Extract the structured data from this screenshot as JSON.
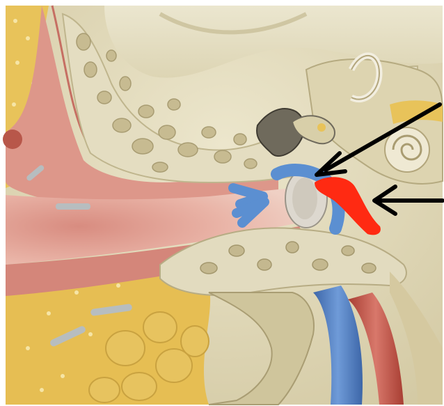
{
  "image": {
    "subject": "ear-anatomy-model-photo",
    "palette": {
      "bone": "#e3dcbf",
      "bone_dark": "#c9bf98",
      "cavity": "#b9a97a",
      "skin_pink": "#d98d7f",
      "canal_flesh": "#e2a79b",
      "fat_yellow": "#e6c15a",
      "muscle_red": "#b44a3e",
      "vein_blue": "#4b79bd",
      "membrane_blue": "#5b8fd1",
      "highlight_red": "#ff2a12",
      "arrow_black": "#000000",
      "shadow_grey": "#6d6a5d"
    }
  },
  "annotations": {
    "arrows": [
      {
        "name": "upper-pointer-arrow",
        "color": "#000000"
      },
      {
        "name": "lower-pointer-arrow",
        "color": "#000000"
      },
      {
        "name": "blue-direction-arrow",
        "color": "#5b8fd1"
      }
    ],
    "highlights": [
      {
        "name": "blue-membrane-highlight",
        "color": "#5b8fd1"
      },
      {
        "name": "red-tube-highlight",
        "color": "#ff2a12"
      }
    ]
  }
}
